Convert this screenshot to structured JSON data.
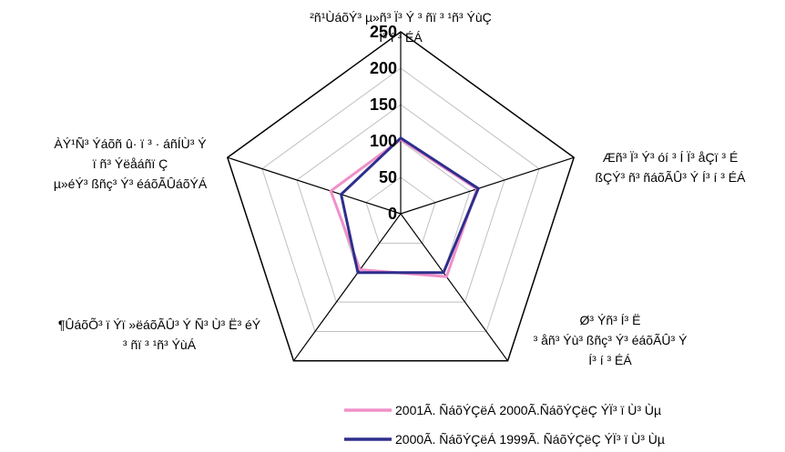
{
  "chart_data": {
    "type": "radar",
    "axes": [
      [
        "²ñ¹ÙáõÝ³ µ»ñ³ Ï³ Ý ³ ñï ³ ¹ñ³ ÝùÇ",
        "Í³ í ³ ÉÁ"
      ],
      [
        "Æñ³ Ï³ Ý³ óí ³ Í Ï³ åÇï ³ É",
        "ßÇÝ³ ñ³ ñáõÃÛ³ Ý Í³ í ³ ÉÁ"
      ],
      [
        "Ø³ Ýñ³ Í³ Ë",
        "³ åñ³ Ýù³ ßñç³ Ý³ éáõÃÛ³ Ý",
        "Í³ í ³ ÉÁ"
      ],
      [
        "¶ÛáõÕ³ ï Ýï »ëáõÃÛ³ Ý Ñ³ Ù³ Ë³ éÝ",
        "³ ñï ³ ¹ñ³ ÝùÁ"
      ],
      [
        "ÀÝ¹Ñ³ Ýáõñ û· ï ³ · áñÍÙ³ Ý",
        "ï ñ³ Ýëåáñï Ç",
        "µ»éÝ³ ßñç³ Ý³ éáõÃÛáõÝÁ"
      ]
    ],
    "rlim": [
      0,
      250
    ],
    "ticks": [
      "0",
      "50",
      "100",
      "150",
      "200",
      "250"
    ],
    "series": [
      {
        "name": "2001Ã. ÑáõÝÇëÁ 2000Ã.ÑáõÝÇëÇ ÝÏ³ ï Ù³ Ùµ",
        "color": "#f090c8",
        "values": [
          102,
          110,
          107,
          95,
          101
        ]
      },
      {
        "name": "2000Ã. ÑáõÝÇëÁ 1999Ã. ÑáõÝÇëÇ ÝÏ³ ï Ù³ Ùµ",
        "color": "#2e2e8c",
        "values": [
          104,
          112,
          100,
          100,
          86
        ]
      }
    ],
    "grid": true,
    "legend": "bottom-right"
  }
}
